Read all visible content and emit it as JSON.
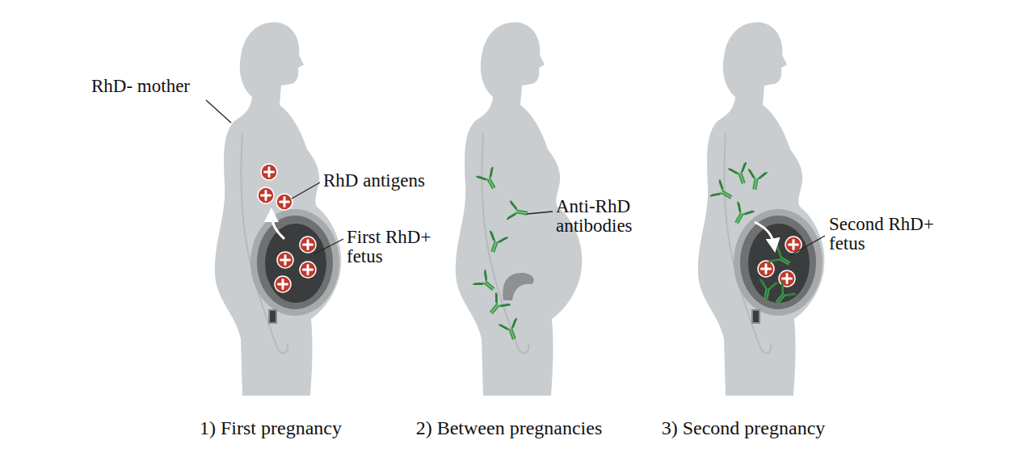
{
  "diagram": {
    "labels": [
      "RhD- mother",
      "RhD antigens",
      "First RhD+ fetus",
      "Anti-RhD antibodies",
      "Second RhD+ fetus",
      "1) First pregnancy",
      "2) Between pregnancies",
      "3) Second pregnancy"
    ]
  }
}
